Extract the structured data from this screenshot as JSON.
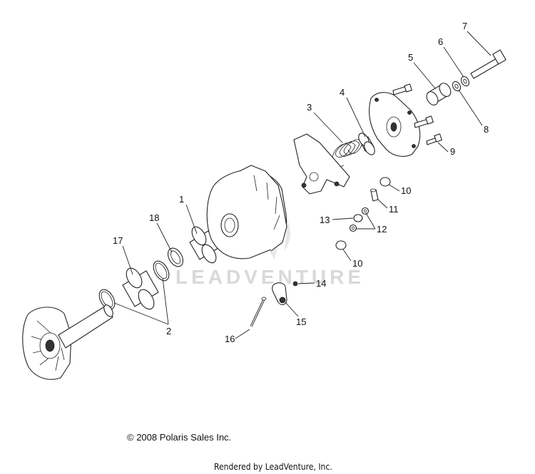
{
  "watermark": {
    "text": "LEADVENTURE"
  },
  "callouts": [
    {
      "id": "c1",
      "label": "1"
    },
    {
      "id": "c2",
      "label": "2"
    },
    {
      "id": "c3",
      "label": "3"
    },
    {
      "id": "c4",
      "label": "4"
    },
    {
      "id": "c5",
      "label": "5"
    },
    {
      "id": "c6",
      "label": "6"
    },
    {
      "id": "c7",
      "label": "7"
    },
    {
      "id": "c8",
      "label": "8"
    },
    {
      "id": "c9",
      "label": "9"
    },
    {
      "id": "c10a",
      "label": "10"
    },
    {
      "id": "c10b",
      "label": "10"
    },
    {
      "id": "c11",
      "label": "11"
    },
    {
      "id": "c12",
      "label": "12"
    },
    {
      "id": "c13",
      "label": "13"
    },
    {
      "id": "c14",
      "label": "14"
    },
    {
      "id": "c15",
      "label": "15"
    },
    {
      "id": "c16",
      "label": "16"
    },
    {
      "id": "c17",
      "label": "17"
    },
    {
      "id": "c18",
      "label": "18"
    }
  ],
  "footer": {
    "copyright": "© 2008 Polaris Sales Inc.",
    "rendered_by": "Rendered by LeadVenture, Inc."
  }
}
